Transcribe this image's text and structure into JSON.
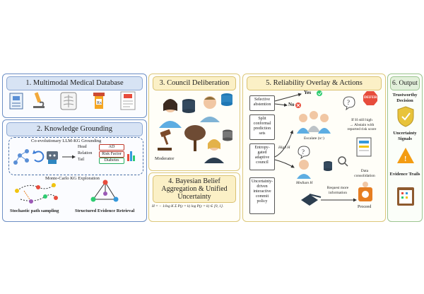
{
  "panel1": {
    "title": "1. Multimodal Medical Database"
  },
  "panel2": {
    "title": "2. Knowledge Grounding",
    "subtitle": "Co-evolutionary LLM-KG Grounding",
    "triple": {
      "head": "Head",
      "relation": "Relation",
      "tail": "Tail",
      "head_value": "AD",
      "relation_value": "Risk Factor",
      "tail_value": "Diabetes"
    },
    "exploration_title": "Monte-Carlo KG Exploration",
    "left_caption": "Stochastic path sampling",
    "right_caption": "Structured Evidence Retrieval"
  },
  "panel3": {
    "title": "3. Council Deliberation",
    "moderator": "Moderator"
  },
  "panel4": {
    "title": "4. Bayesian Belief Aggregation & Unified Uncertainty",
    "formula": "H = − 1/log K Σ P(y = k) log P(y = k) ∈ [0, 1]."
  },
  "panel5": {
    "title": "5. Reliability Overlay & Actions",
    "boxes": [
      "Selective abstention",
      "Split conformal prediction sets",
      "Entropy-gated adaptive council",
      "Uncertainty-driven interactive commit policy"
    ],
    "yes": "Yes",
    "no": "No",
    "defer": "DEFER",
    "abstain_note": [
      "If H still high",
      "→ Abstain with",
      "reported risk score"
    ],
    "escalate": "Escalate (n↑)",
    "high_h": "High H",
    "medium_h": "Medium H",
    "data_consolidation": [
      "Data",
      "consolidation"
    ],
    "request_more": [
      "Request more",
      "information"
    ],
    "proceed": "Proceed"
  },
  "panel6": {
    "title": "6. Output",
    "items": [
      "Trustworthy Decision",
      "Uncertainty Signals",
      "Evidence Trails"
    ]
  },
  "colors": {
    "blue": "#6d8fc4",
    "gold": "#dcc77a",
    "green": "#9cc48f"
  }
}
